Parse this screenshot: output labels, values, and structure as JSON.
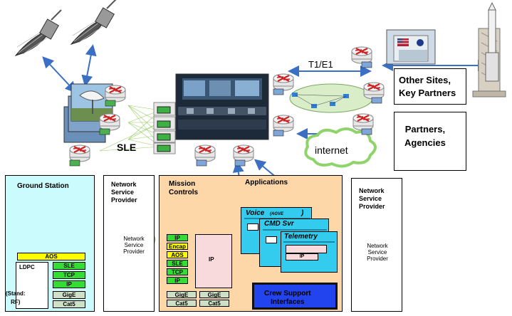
{
  "labels": {
    "t1e1": "T1/E1",
    "sle": "SLE",
    "internet": "internet",
    "other_sites": "Other Sites,\nKey Partners",
    "partners": "Partners,\nAgencies",
    "applications": "Applications"
  },
  "ground_station": {
    "title": "Ground Station",
    "aos": "AOS",
    "ldpc": "LDPC",
    "stand_rf": "(Stand:\nRF)",
    "stack": [
      "SLE",
      "TCP",
      "IP",
      "GigE",
      "Cat5"
    ]
  },
  "nsp_left": {
    "title": "Network\nService\nProvider",
    "cloud": "Network\nService\nProvider"
  },
  "mission": {
    "title": "Mission\nControls",
    "stack": [
      "IP",
      "Encap",
      "AOS",
      "SLE",
      "TCP",
      "IP"
    ],
    "ip_box": "IP",
    "bottom_left": [
      "GigE",
      "Cat5"
    ],
    "bottom_right": [
      "GigE",
      "Cat5"
    ]
  },
  "apps": {
    "voice": "Voice",
    "voice_sub": "(AGVE",
    "voice_paren": ")",
    "cmd": "CMD Svr",
    "telemetry": "Telemetry",
    "telemetry_ip": "IP",
    "crew": "Crew Support\nInterfaces"
  },
  "nsp_right": {
    "title": "Network\nService\nProvider",
    "cloud": "Network\nService\nProvider"
  },
  "colors": {
    "ground_bg": "#ccfbfd",
    "mission_bg": "#fdd7a8",
    "app_bg": "#33ccee",
    "crew_bg": "#2244ee",
    "router_red": "#cc2222",
    "arrow_blue": "#3a6fc4",
    "cloud_green": "#8fd46a"
  }
}
